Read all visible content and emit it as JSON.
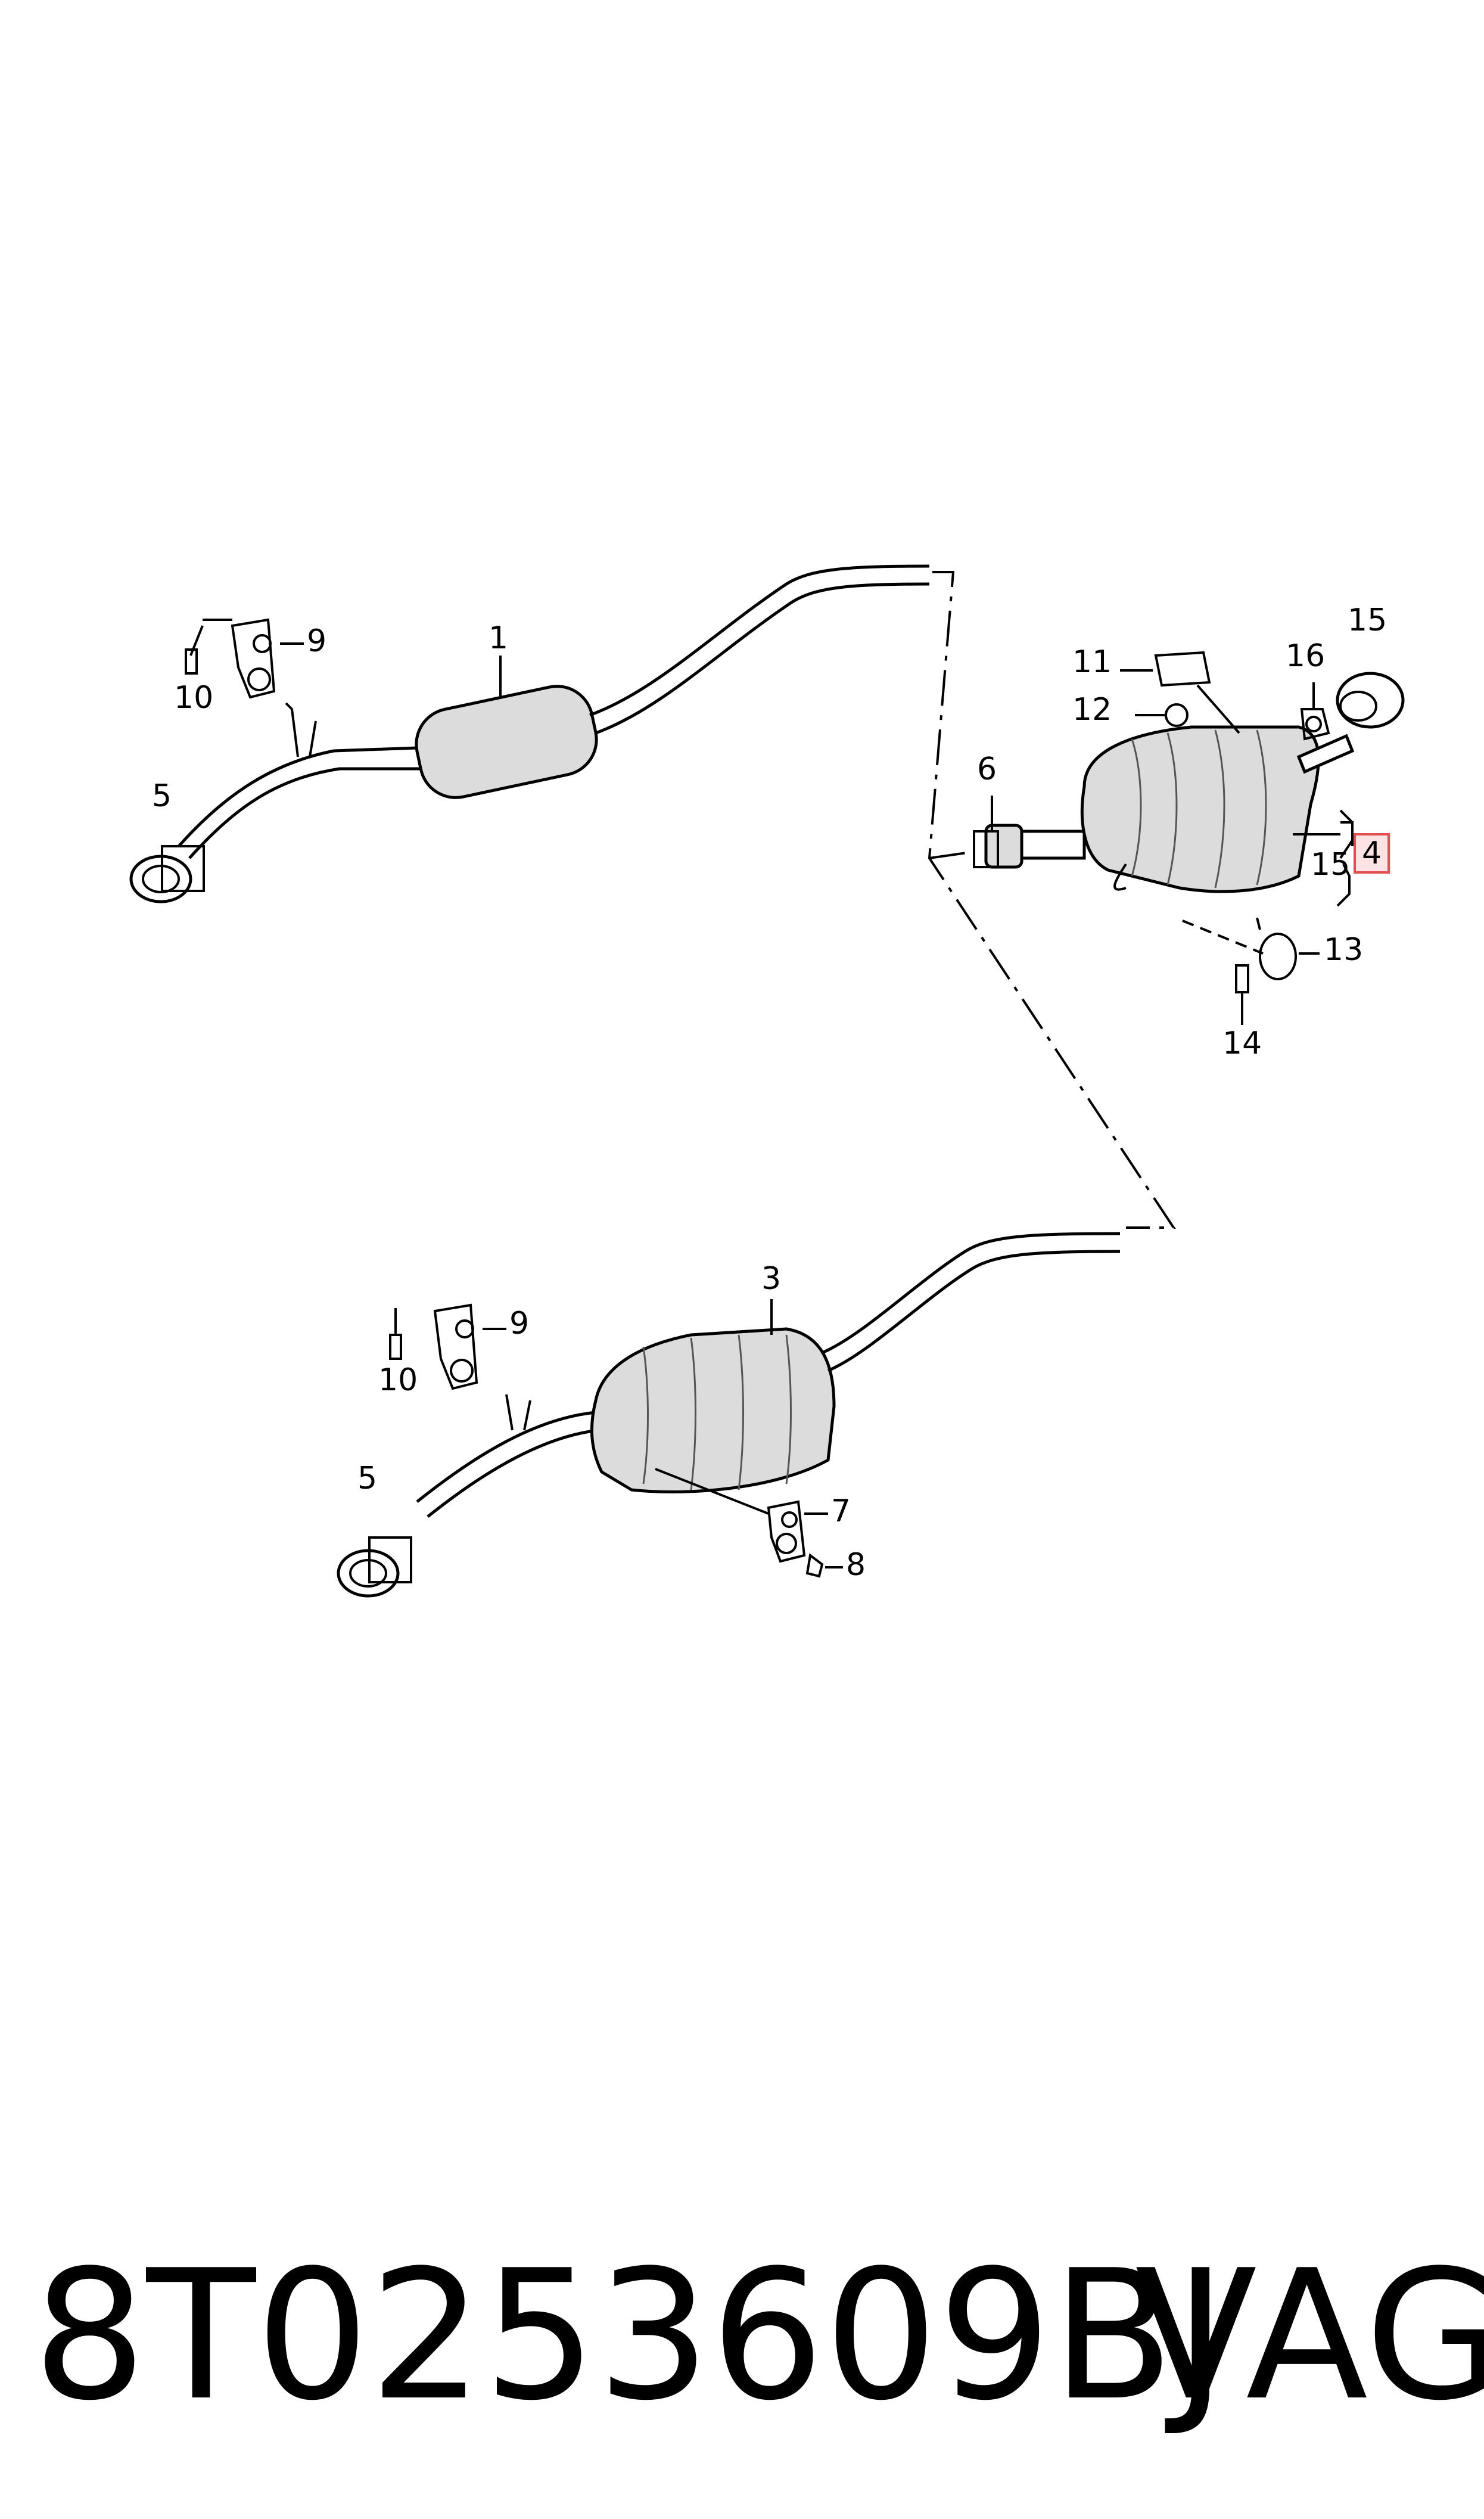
{
  "callouts": {
    "c1": "1",
    "c3": "3",
    "c4": "4",
    "c5a": "5",
    "c5b": "5",
    "c6": "6",
    "c7": "7",
    "c8": "8",
    "c9a": "9",
    "c9b": "9",
    "c10a": "10",
    "c10b": "10",
    "c11": "11",
    "c12": "12",
    "c13": "13",
    "c14": "14",
    "c15a": "15",
    "c15b": "15",
    "c16": "16"
  },
  "highlight_color": "#e05050",
  "part_number": "8T0253609BJ",
  "brand": "VAG"
}
